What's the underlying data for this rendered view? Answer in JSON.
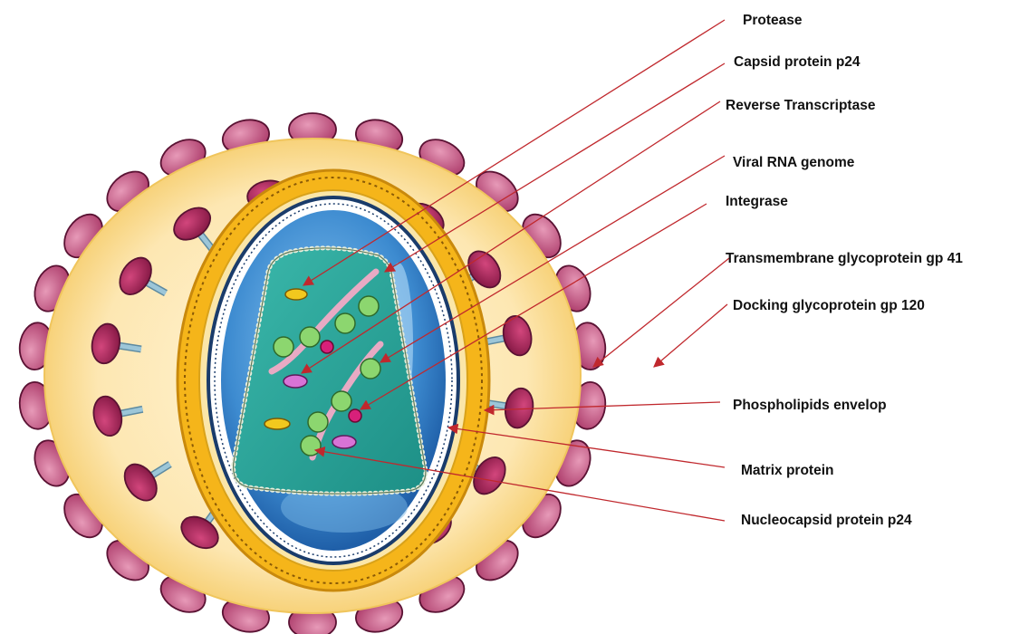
{
  "diagram": {
    "labels": {
      "protease": "Protease",
      "capsid": "Capsid protein p24",
      "reverse_transcriptase": "Reverse Transcriptase",
      "viral_rna": "Viral RNA genome",
      "integrase": "Integrase",
      "gp41": "Transmembrane glycoprotein gp 41",
      "gp120": "Docking glycoprotein gp 120",
      "envelope": "Phospholipids envelop",
      "matrix": "Matrix protein",
      "nucleocapsid": "Nucleocapsid protein p24"
    },
    "colors": {
      "leader_line": "#c0282d",
      "outer_halo": "#fdeec2",
      "envelope_band": "#f5b51a",
      "inner_blue": "#3f8fd4",
      "capsid_teal": "#27a59b",
      "spike_cap": "#c0507e",
      "spike_stalk": "#86b4c8",
      "rna_bead": "#8cd66f",
      "rna_strand": "#e8aac4",
      "integrase": "#d8207a",
      "protease": "#f2c81e",
      "reverse_transcriptase": "#d873d6"
    }
  }
}
